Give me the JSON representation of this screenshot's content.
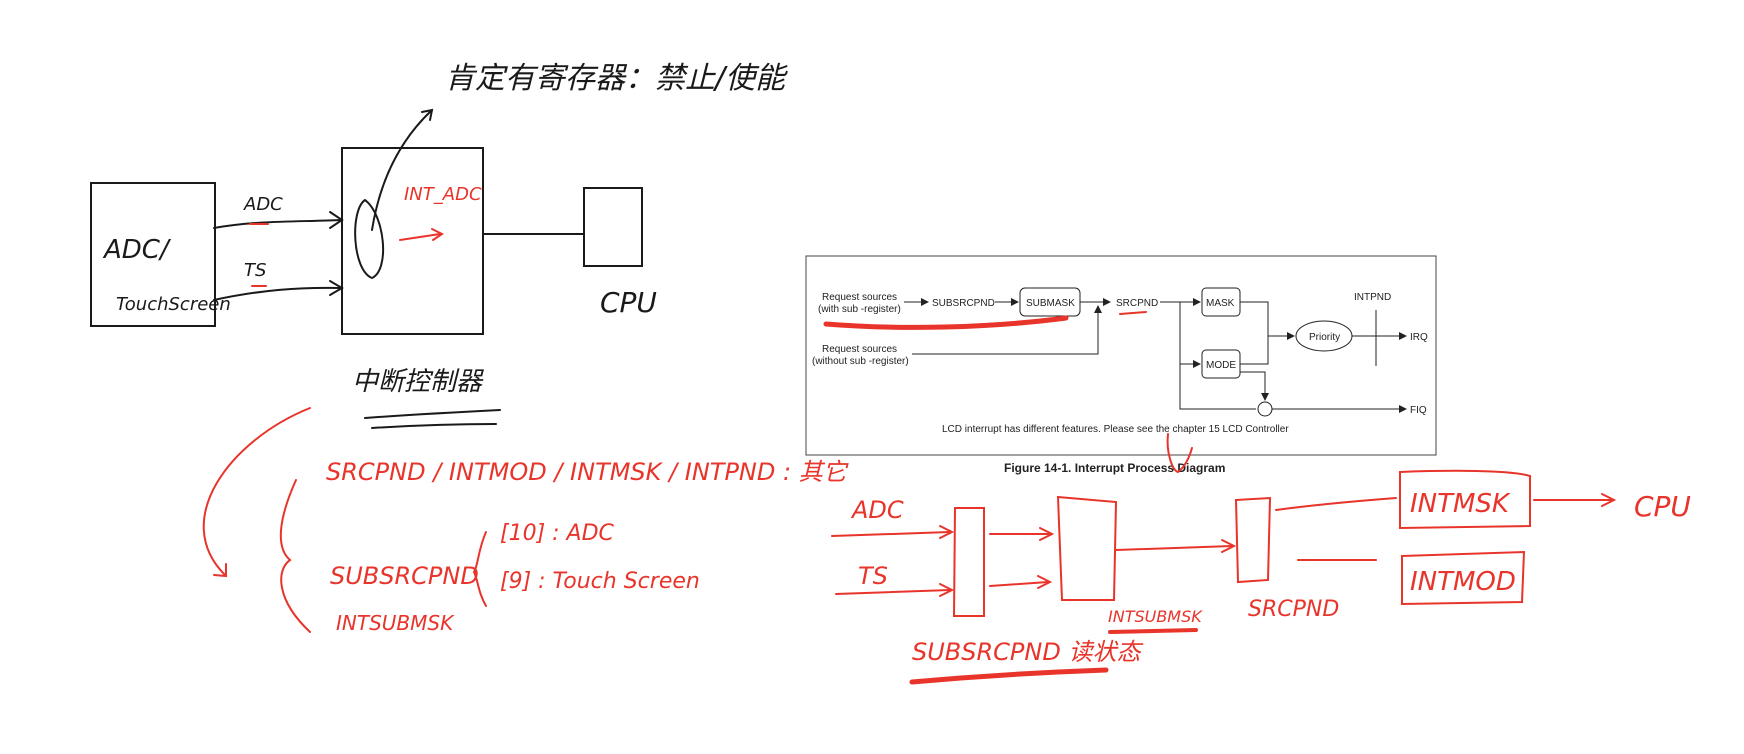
{
  "handwritten_black": {
    "note_top": "肯定有寄存器：禁止/使能",
    "adc_box": "ADC/",
    "touchscreen": "TouchScreen",
    "adc_line": "ADC",
    "ts_line": "TS",
    "cpu": "CPU",
    "controller": "中断控制器"
  },
  "handwritten_red": {
    "int_adc": "INT_ADC",
    "regs": "SRCPND / INTMOD / INTMSK / INTPND : 其它",
    "subsrcpnd": "SUBSRCPND",
    "intsubmsk": "INTSUBMSK",
    "bit10": "[10] : ADC",
    "bit9": "[9] : Touch Screen",
    "adc": "ADC",
    "ts": "TS",
    "intmsk_box": "INTMSK",
    "cpu_right": "CPU",
    "intmod_box": "INTMOD",
    "intsubmsk_bottom": "INTSUBMSK",
    "srcpnd_bottom": "SRCPND",
    "subsrcpnd_note": "SUBSRCPND 读状态"
  },
  "figure": {
    "req_sub_1": "Request sources",
    "req_sub_2": "(with sub -register)",
    "subsrcpnd": "SUBSRCPND",
    "submask": "SUBMASK",
    "srcpnd": "SRCPND",
    "mask": "MASK",
    "mode": "MODE",
    "intpnd": "INTPND",
    "priority": "Priority",
    "irq": "IRQ",
    "fiq": "FIQ",
    "req_nosub_1": "Request sources",
    "req_nosub_2": "(without sub -register)",
    "lcd_note": "LCD interrupt has different features. Please see the chapter 15 LCD Controller",
    "caption": "Figure 14-1. Interrupt Process Diagram"
  },
  "colors": {
    "ink": "#1a1a1a",
    "red": "#e8342a",
    "fig_line": "#222222"
  }
}
